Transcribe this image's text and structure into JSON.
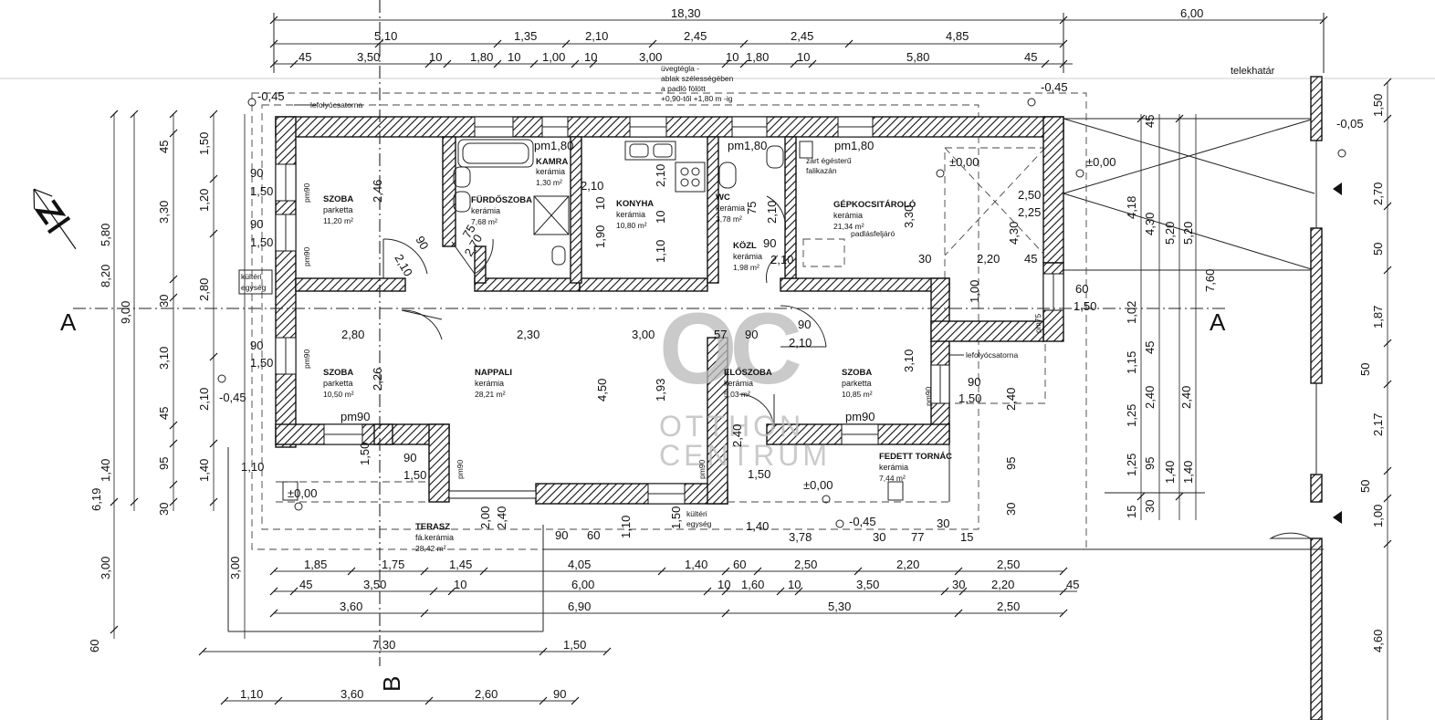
{
  "drawing": {
    "plot_boundary": "telekhatár",
    "section_marks": [
      "A",
      "A",
      "B"
    ]
  },
  "rooms": [
    {
      "id": "szoba1",
      "name": "SZOBA",
      "floor": "parketta",
      "area": "11,20 m²"
    },
    {
      "id": "furdo",
      "name": "FÜRDŐSZOBA",
      "floor": "kerámia",
      "area": "7,68 m²"
    },
    {
      "id": "kamra",
      "name": "KAMRA",
      "floor": "kerámia",
      "area": "1,30 m²"
    },
    {
      "id": "konyha",
      "name": "KONYHA",
      "floor": "kerámia",
      "area": "10,80 m²"
    },
    {
      "id": "wc",
      "name": "WC",
      "floor": "kerámia",
      "area": "3,78 m²"
    },
    {
      "id": "kozl",
      "name": "KÖZL",
      "floor": "kerámia",
      "area": "1,98 m²"
    },
    {
      "id": "garazs",
      "name": "GÉPKOCSITÁROLÓ",
      "floor": "kerámia",
      "area": "21,34 m²"
    },
    {
      "id": "szoba2",
      "name": "SZOBA",
      "floor": "parketta",
      "area": "10,50 m²"
    },
    {
      "id": "nappali",
      "name": "NAPPALI",
      "floor": "kerámia",
      "area": "28,21 m²"
    },
    {
      "id": "eloszoba",
      "name": "ELŐSZOBA",
      "floor": "kerámia",
      "area": "5,03 m²"
    },
    {
      "id": "szoba3",
      "name": "SZOBA",
      "floor": "parketta",
      "area": "10,85 m²"
    },
    {
      "id": "tornac",
      "name": "FEDETT TORNÁC",
      "floor": "kerámia",
      "area": "7,44 m²"
    },
    {
      "id": "terasz",
      "name": "TERASZ",
      "floor": "fá.kerámia",
      "area": "28,42 m²"
    }
  ],
  "notes": {
    "gutter_a": "lefolyócsatorna",
    "gutter_b": "lefolyócsatorna",
    "glass_1": "üvegtégla -",
    "glass_2": "ablak szélességében",
    "glass_3": "a padló fölött",
    "glass_4": "+0,90-től  +1,80 m -ig",
    "flue_1": "zárt égésterű",
    "flue_2": "falikazán",
    "attic": "padlásfeljáró",
    "outdoor_l1": "kültéri",
    "outdoor_l2": "egység",
    "outdoor_b1": "kültéri",
    "outdoor_b2": "egység"
  },
  "levels": [
    "-0,45",
    "-0,45",
    "-0,05",
    "±0,00",
    "±0,00",
    "-0,45",
    "±0,00",
    "±0,00",
    "-0,45"
  ],
  "dims": {
    "top1": [
      "18,30",
      "6,00"
    ],
    "top2": [
      "5,10",
      "1,35",
      "2,10",
      "2,45",
      "2,45",
      "4,85"
    ],
    "top3": [
      "45",
      "3,50",
      "10",
      "1,80",
      "10",
      "1,00",
      "10",
      "3,00",
      "10",
      "1,80",
      "10",
      "5,80",
      "45"
    ],
    "bot1": [
      "1,85",
      "1,75",
      "1,45",
      "4,05",
      "1,40",
      "60",
      "2,50",
      "2,20",
      "2,50"
    ],
    "bot2": [
      "45",
      "3,50",
      "10",
      "6,00",
      "10",
      "1,60",
      "10",
      "3,50",
      "30",
      "2,20",
      "45"
    ],
    "bot3": [
      "3,60",
      "6,90",
      "5,30",
      "2,50"
    ],
    "bot4": [
      "7,30",
      "1,50"
    ],
    "bot5": [
      "1,10",
      "3,60",
      "2,60",
      "90"
    ],
    "left_outer": [
      "5,80",
      "8,20",
      "9,00",
      "6,19",
      "3,00",
      "60"
    ],
    "left_mid": [
      "45",
      "3,30",
      "30",
      "3,10",
      "45",
      "95",
      "30",
      "1,40",
      "1,40"
    ],
    "left_in": [
      "1,50",
      "1,20",
      "2,80",
      "2,10",
      "3,00"
    ],
    "right_in": [
      "1,50",
      "45",
      "4,18",
      "4,30",
      "5,20",
      "5,20",
      "7,60",
      "1,02",
      "45",
      "1,15",
      "1,25",
      "1,25",
      "2,40",
      "2,40",
      "95",
      "1,40",
      "1,40",
      "30",
      "15"
    ],
    "right_outer": [
      "1,50",
      "2,70",
      "50",
      "1,87",
      "50",
      "2,17",
      "50",
      "1,00",
      "4,60"
    ],
    "inner": [
      "pm1,80",
      "pm1,80",
      "pm1,80",
      "2,46",
      "2,10",
      "90",
      "75",
      "2,70",
      "2,10",
      "1,90",
      "2,10",
      "1,10",
      "10",
      "10",
      "2,10",
      "75",
      "90",
      "2,10",
      "3,30",
      "2,50",
      "2,25",
      "4,30",
      "30",
      "2,20",
      "45",
      "2,80",
      "2,30",
      "3,00",
      "57",
      "90",
      "2,10",
      "90",
      "3,10",
      "2,26",
      "4,50",
      "1,93",
      "2,40",
      "pm90",
      "pm90",
      "pm90",
      "pm90",
      "pm90",
      "pm90",
      "pm90",
      "pm90",
      "pm75",
      "1,50",
      "1,50",
      "1,50",
      "1,50",
      "90",
      "90",
      "90",
      "90",
      "1,50",
      "90",
      "1,50",
      "1,10",
      "2,00",
      "2,40",
      "1,10",
      "1,50",
      "1,40",
      "3,78",
      "30",
      "77",
      "30",
      "15",
      "90",
      "60",
      "1,00",
      "60",
      "1,50",
      "1,50",
      "2,40",
      "95",
      "30"
    ]
  },
  "watermark": {
    "logo": "OC",
    "line1": "OTTHON",
    "line2": "CENTRUM"
  }
}
